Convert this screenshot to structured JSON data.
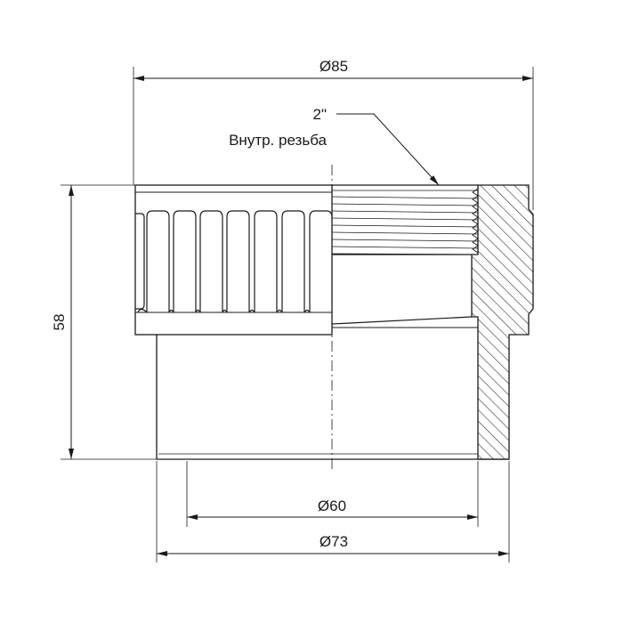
{
  "dimensions": {
    "outer_diameter": "Ø85",
    "thread_size": "2\"",
    "thread_note": "Внутр. резьба",
    "height": "58",
    "inner_diameter": "Ø60",
    "spigot_diameter": "Ø73"
  },
  "colors": {
    "line": "#1a1a1a",
    "hatch": "#333333",
    "background": "#ffffff"
  }
}
